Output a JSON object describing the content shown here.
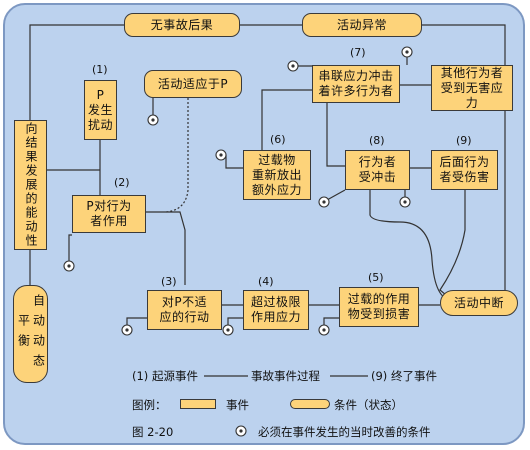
{
  "boxes": {
    "no_consequence": "无事故后果",
    "abnormal": "活动异常",
    "p_disturb": "P\n发生\n扰动",
    "activity_adapts": "活动适应于P",
    "p_acts": "P对行为\n者作用",
    "result_ability": "向结果发展的能动性",
    "self_balance": "自动动态平衡",
    "chain_stress": "串联应力冲击\n着许多行为者",
    "other_actor": "其他行为者\n受到无害应\n力",
    "overload_release": "过载物\n重新放出\n额外应力",
    "actor_hit": "行为者\n受冲击",
    "later_actor": "后面行为\n者受伤害",
    "not_adapt": "对P不适\n应的行动",
    "exceed_stress": "超过极限\n作用应力",
    "overload_damage": "过载的作用\n物受到损害",
    "activity_stop": "活动中断"
  },
  "numbers": {
    "n1": "(1)",
    "n2": "(2)",
    "n3": "(3)",
    "n4": "(4)",
    "n5": "(5)",
    "n6": "(6)",
    "n7": "(7)",
    "n8": "(8)",
    "n9": "(9)"
  },
  "legend": {
    "start_event": "(1) 起源事件",
    "process": "事故事件过程",
    "end_event": "(9) 终了事件",
    "legend_label": "图例：",
    "event_label": "事件",
    "condition_label": "条件（状态）",
    "figure_label": "图 2-20",
    "must_improve": "必须在事件发生的当时改善的条件"
  },
  "colors": {
    "panel_bg": "#bcd2ee",
    "box_fill": "#fdd37a",
    "line": "#333333"
  }
}
